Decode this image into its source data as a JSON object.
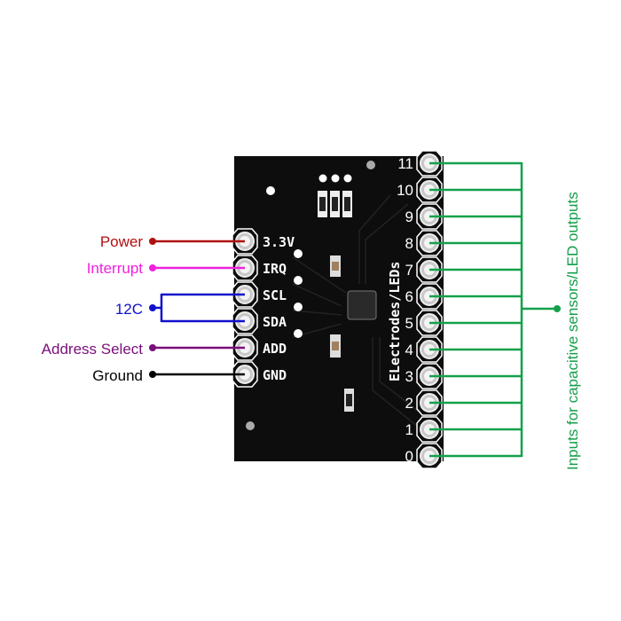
{
  "left_labels": [
    {
      "text": "Power",
      "color": "#b01010"
    },
    {
      "text": "Interrupt",
      "color": "#ee22dd"
    },
    {
      "text": "12C",
      "color": "#1010cc"
    },
    {
      "text": "Address Select",
      "color": "#7a0f7a"
    },
    {
      "text": "Ground",
      "color": "#000000"
    }
  ],
  "board": {
    "pin_labels": [
      "3.3V",
      "IRQ",
      "SCL",
      "SDA",
      "ADD",
      "GND"
    ],
    "electrode_numbers": [
      "11",
      "10",
      "9",
      "8",
      "7",
      "6",
      "5",
      "4",
      "3",
      "2",
      "1",
      "0"
    ],
    "electrodes_title": "ELectrodes/LEDs",
    "board_color": "#0d0d0d"
  },
  "right_label": {
    "text": "Inputs for capacitive sensors/LED outputs",
    "color": "#14a04a"
  }
}
